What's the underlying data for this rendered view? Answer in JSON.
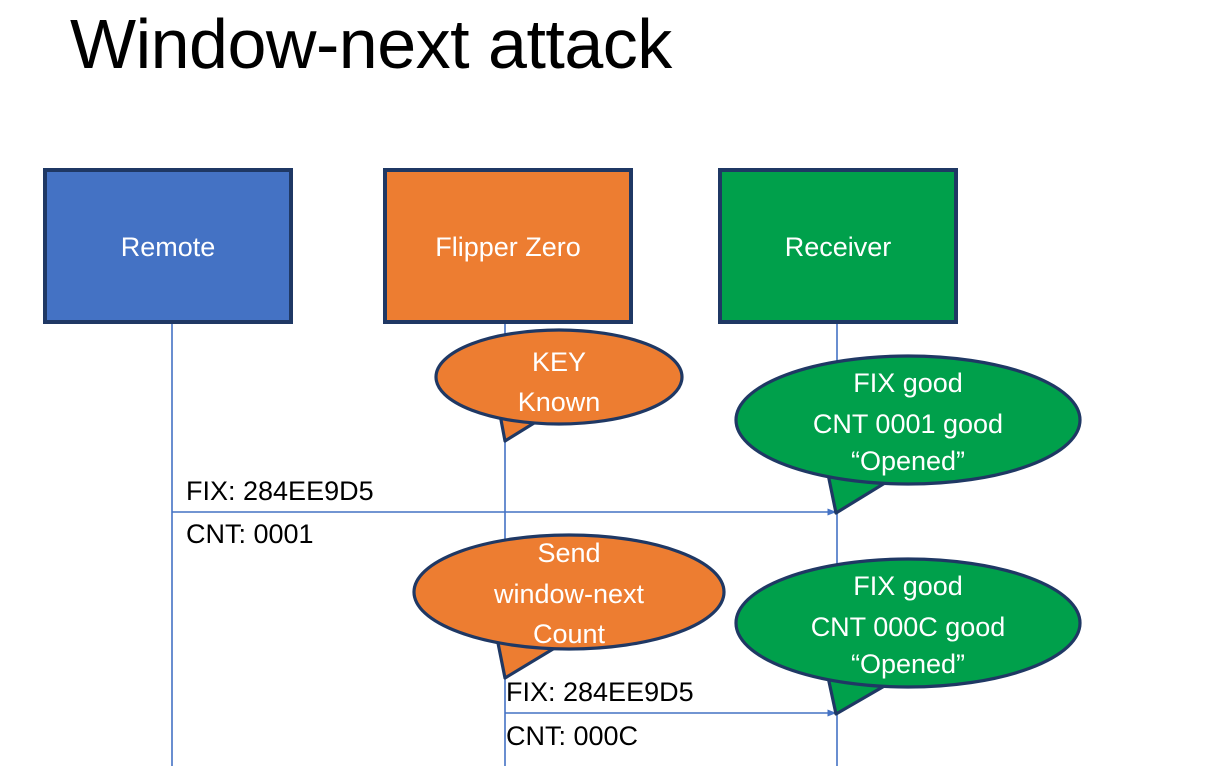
{
  "slide": {
    "title": "Window-next attack",
    "background": "#FFFFFF"
  },
  "colors": {
    "blue_fill": "#4472C4",
    "orange_fill": "#ED7D31",
    "green_fill": "#00A04B",
    "shape_border": "#1F3864",
    "lifeline": "#4472C4",
    "arrow": "#4472C4",
    "label_text": "#000000",
    "shape_text": "#FFFFFF"
  },
  "actors": [
    {
      "id": "remote",
      "label": "Remote",
      "fill": "#4472C4"
    },
    {
      "id": "flipper",
      "label": "Flipper Zero",
      "fill": "#ED7D31"
    },
    {
      "id": "receiver",
      "label": "Receiver",
      "fill": "#00A04B"
    }
  ],
  "callouts": [
    {
      "id": "key-known",
      "owner": "flipper",
      "fill": "#ED7D31",
      "lines": [
        "KEY",
        "Known"
      ]
    },
    {
      "id": "receiver-ack-1",
      "owner": "receiver",
      "fill": "#00A04B",
      "lines": [
        "FIX good",
        "CNT 0001 good",
        "“Opened”"
      ]
    },
    {
      "id": "send-window-next",
      "owner": "flipper",
      "fill": "#ED7D31",
      "lines": [
        "Send",
        "window-next",
        "Count"
      ]
    },
    {
      "id": "receiver-ack-2",
      "owner": "receiver",
      "fill": "#00A04B",
      "lines": [
        "FIX good",
        "CNT 000C good",
        "“Opened”"
      ]
    }
  ],
  "messages": [
    {
      "id": "msg-remote-to-receiver",
      "from": "remote",
      "to": "receiver",
      "lines": [
        "FIX: 284EE9D5",
        "CNT: 0001"
      ]
    },
    {
      "id": "msg-flipper-to-receiver",
      "from": "flipper",
      "to": "receiver",
      "lines": [
        "FIX: 284EE9D5",
        "CNT: 000C"
      ]
    }
  ]
}
